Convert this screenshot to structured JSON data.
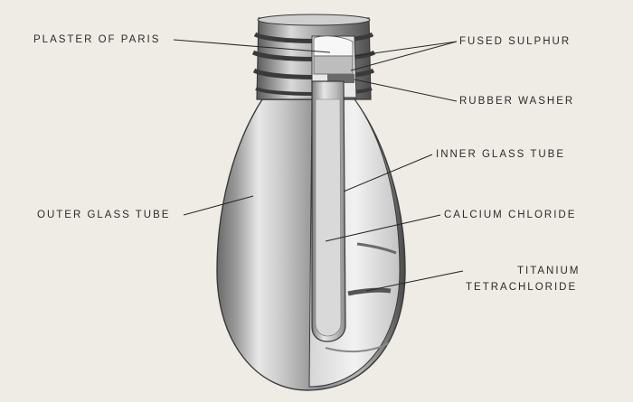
{
  "labels": {
    "plaster_of_paris": "PLASTER OF PARIS",
    "fused_sulphur": "FUSED SULPHUR",
    "rubber_washer": "RUBBER WASHER",
    "inner_glass_tube": "INNER GLASS TUBE",
    "outer_glass_tube": "OUTER GLASS TUBE",
    "calcium_chloride": "CALCIUM CHLORIDE",
    "titanium_line1": "TITANIUM",
    "titanium_line2": "TETRACHLORIDE"
  },
  "colors": {
    "paper": "#efece6",
    "ink": "#2a2a2a",
    "glass_dark": "#5a5a5a",
    "glass_mid": "#a8a8a8",
    "glass_light": "#f4f4f4"
  }
}
